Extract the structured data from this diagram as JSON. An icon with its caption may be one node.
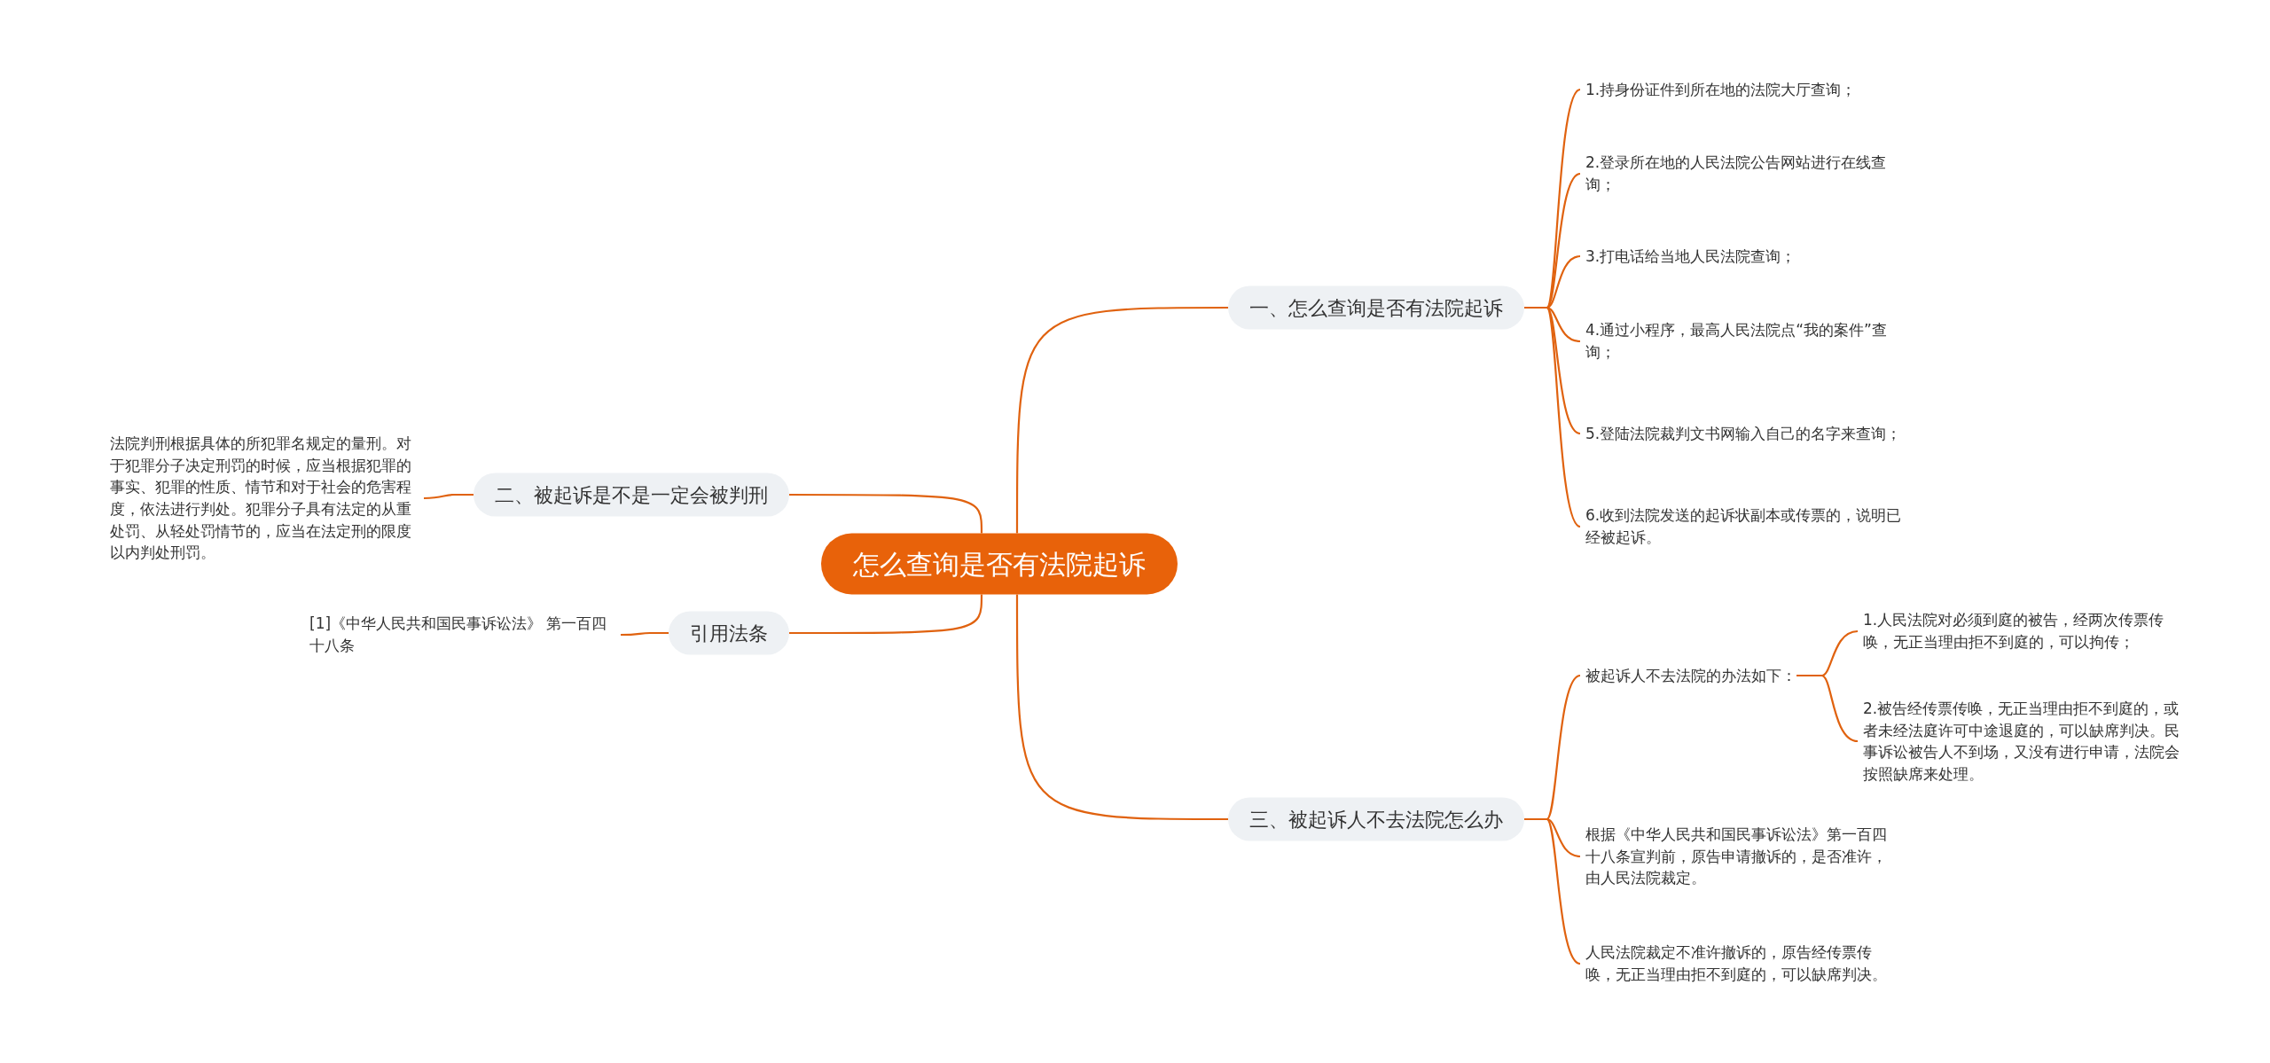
{
  "diagram": {
    "nodes": [
      {
        "text": [
          "怎么查询是否有法院起诉"
        ]
      },
      {
        "text": [
          "一、怎么查询是否有法院起诉"
        ]
      },
      {
        "text": [
          "1.持身份证件到所在地的法院大厅查询；"
        ]
      },
      {
        "text": [
          "2.登录所在地的人民法院公告网站进行在线查询；"
        ]
      },
      {
        "text": [
          "3.打电话给当地人民法院查询；"
        ]
      },
      {
        "text": [
          "4.通过小程序，最高人民法院点“我的案件”查询；"
        ]
      },
      {
        "text": [
          "5.登陆法院裁判文书网输入自己的名字来查询；"
        ]
      },
      {
        "text": [
          "6.收到法院发送的起诉状副本或传票的，说明已经被起诉。"
        ]
      },
      {
        "text": [
          "三、被起诉人不去法院怎么办"
        ]
      },
      {
        "text": [
          "被起诉人不去法院的办法如下："
        ]
      },
      {
        "text": [
          "1.人民法院对必须到庭的被告，经两次传票传唤，无正当理由拒不到庭的，可以拘传；"
        ]
      },
      {
        "text": [
          "2.被告经传票传唤，无正当理由拒不到庭的，或者未经法庭许可中途退庭的，可以缺席判决。民事诉讼被告人不到场，又没有进行申请，法院会按照缺席来处理。"
        ]
      },
      {
        "text": [
          "根据《中华人民共和国民事诉讼法》第一百四十八条宣判前，原告申请撤诉的，是否准许，由人民法院裁定。"
        ]
      },
      {
        "text": [
          "人民法院裁定不准许撤诉的，原告经传票传唤，无正当理由拒不到庭的，可以缺席判决。"
        ]
      },
      {
        "text": [
          "二、被起诉是不是一定会被判刑"
        ]
      },
      {
        "text": [
          "法院判刑根据具体的所犯罪名规定的量刑。对于犯罪分子决定刑罚的时候，应当根据犯罪的事实、犯罪的性质、情节和对于社会的危害程度，依法进行判处。犯罪分子具有法定的从重处罚、从轻处罚情节的，应当在法定刑的限度以内判处刑罚。"
        ]
      },
      {
        "text": [
          "引用法条"
        ]
      },
      {
        "text": [
          "[1]《中华人民共和国民事诉讼法》 第一百四十八条"
        ]
      }
    ],
    "edges": [
      {
        "from": 0,
        "to": 1,
        "arrow": "none"
      },
      {
        "from": 1,
        "to": 2,
        "arrow": "none"
      },
      {
        "from": 1,
        "to": 3,
        "arrow": "none"
      },
      {
        "from": 1,
        "to": 4,
        "arrow": "none"
      },
      {
        "from": 1,
        "to": 5,
        "arrow": "none"
      },
      {
        "from": 1,
        "to": 6,
        "arrow": "none"
      },
      {
        "from": 1,
        "to": 7,
        "arrow": "none"
      },
      {
        "from": 0,
        "to": 8,
        "arrow": "none"
      },
      {
        "from": 8,
        "to": 9,
        "arrow": "none"
      },
      {
        "from": 9,
        "to": 10,
        "arrow": "none"
      },
      {
        "from": 9,
        "to": 11,
        "arrow": "none"
      },
      {
        "from": 8,
        "to": 12,
        "arrow": "none"
      },
      {
        "from": 8,
        "to": 13,
        "arrow": "none"
      },
      {
        "from": 0,
        "to": 14,
        "arrow": "none"
      },
      {
        "from": 14,
        "to": 15,
        "arrow": "none"
      },
      {
        "from": 0,
        "to": 16,
        "arrow": "none"
      },
      {
        "from": 16,
        "to": 17,
        "arrow": "none"
      }
    ]
  }
}
